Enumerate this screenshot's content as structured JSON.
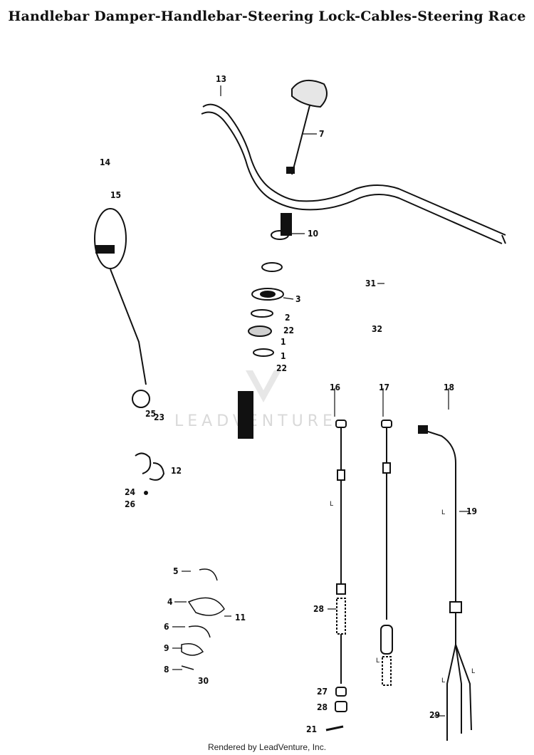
{
  "title": "Handlebar Damper-Handlebar-Steering Lock-Cables-Steering Race",
  "footer": "Rendered by LeadVenture, Inc.",
  "watermark": "LEADVENTURE",
  "callouts": [
    "13",
    "7",
    "14",
    "15",
    "10",
    "31",
    "3",
    "2",
    "22",
    "1",
    "1",
    "22",
    "32",
    "25",
    "23",
    "16",
    "17",
    "18",
    "12",
    "24",
    "26",
    "19",
    "L",
    "L",
    "5",
    "4",
    "11",
    "6",
    "9",
    "8",
    "30",
    "28",
    "27",
    "28",
    "21",
    "29",
    "L",
    "L",
    "L"
  ],
  "colors": {
    "ink": "#111111",
    "watermark": "#d9d9d9"
  }
}
